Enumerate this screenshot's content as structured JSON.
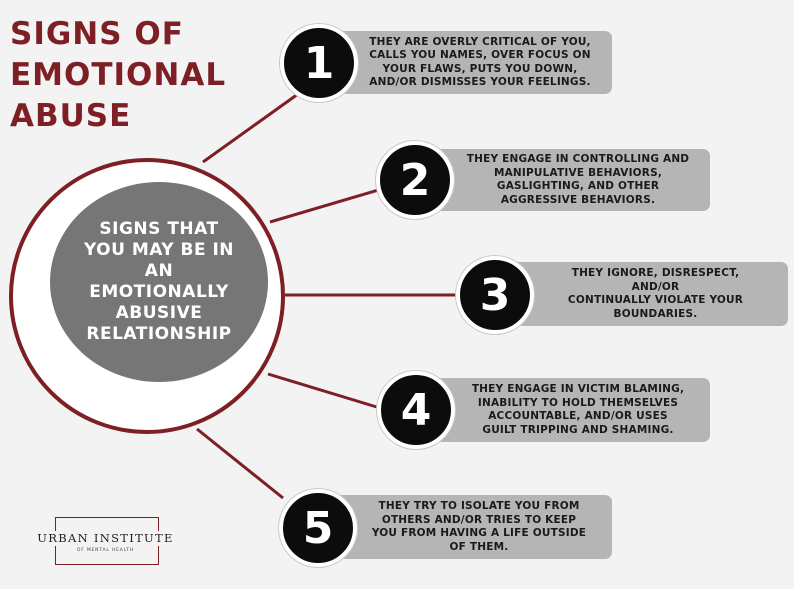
{
  "title": {
    "line1": "SIGNS OF",
    "line2": "EMOTIONAL",
    "line3": "ABUSE"
  },
  "center": {
    "lines": [
      "SIGNS THAT",
      "YOU MAY BE IN",
      "AN",
      "EMOTIONALLY",
      "ABUSIVE",
      "RELATIONSHIP"
    ]
  },
  "signs": [
    {
      "number": "1",
      "lines": [
        "THEY ARE OVERLY CRITICAL OF YOU,",
        "CALLS YOU NAMES, OVER FOCUS ON",
        "YOUR FLAWS, PUTS YOU DOWN,",
        "AND/OR DISMISSES YOUR FEELINGS."
      ]
    },
    {
      "number": "2",
      "lines": [
        "THEY ENGAGE IN CONTROLLING AND",
        "MANIPULATIVE BEHAVIORS,",
        "GASLIGHTING, AND OTHER",
        "AGGRESSIVE BEHAVIORS."
      ]
    },
    {
      "number": "3",
      "lines": [
        "THEY IGNORE, DISRESPECT,",
        "AND/OR",
        "CONTINUALLY VIOLATE YOUR",
        "BOUNDARIES."
      ]
    },
    {
      "number": "4",
      "lines": [
        "THEY ENGAGE IN VICTIM BLAMING,",
        "INABILITY TO HOLD THEMSELVES",
        "ACCOUNTABLE, AND/OR USES",
        "GUILT TRIPPING AND SHAMING."
      ]
    },
    {
      "number": "5",
      "lines": [
        "THEY TRY TO ISOLATE YOU FROM",
        "OTHERS AND/OR TRIES TO KEEP",
        "YOU FROM HAVING A LIFE OUTSIDE",
        "OF THEM."
      ]
    }
  ],
  "logo": {
    "name": "URBAN INSTITUTE",
    "subtitle": "OF MENTAL HEALTH"
  },
  "colors": {
    "accent": "#7d1f25",
    "box": "#b5b5b5",
    "center_fill": "#767676",
    "number_fill": "#0c0c0c"
  }
}
